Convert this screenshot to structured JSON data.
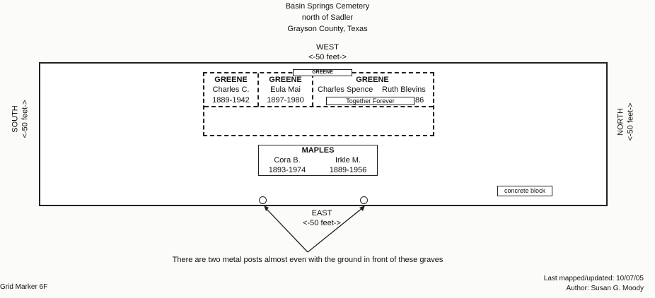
{
  "header": {
    "line1": "Basin Springs Cemetery",
    "line2": "north of Sadler",
    "line3": "Grayson County, Texas"
  },
  "directions": {
    "west": "WEST",
    "west_dist": "<-50 feet->",
    "east": "EAST",
    "east_dist": "<-50 feet->",
    "south": "SOUTH",
    "south_dist": "<-50 feet->",
    "north": "NORTH",
    "north_dist": "<-50 feet->"
  },
  "greene_plot": {
    "top_label": "GREENE",
    "col1": {
      "surname": "GREENE",
      "name": "Charles C.",
      "dates": "1889-1942"
    },
    "col2": {
      "surname": "GREENE",
      "name": "Eula Mai",
      "dates": "1897-1980"
    },
    "col3": {
      "surname": "GREENE",
      "name_a": "Charles Spence",
      "name_b": "Ruth Blevins",
      "inscription": "Together Forever",
      "date_fragment": "86"
    }
  },
  "maples_plot": {
    "surname": "MAPLES",
    "name_a": "Cora B.",
    "dates_a": "1893-1974",
    "name_b": "Irkle M.",
    "dates_b": "1889-1956"
  },
  "concrete_label": "concrete block",
  "note": "There are two metal posts almost even with the ground in front of these graves",
  "footer": {
    "grid_marker": "Grid Marker 6F",
    "updated": "Last mapped/updated: 10/07/05",
    "author": "Author: Susan G. Moody"
  }
}
